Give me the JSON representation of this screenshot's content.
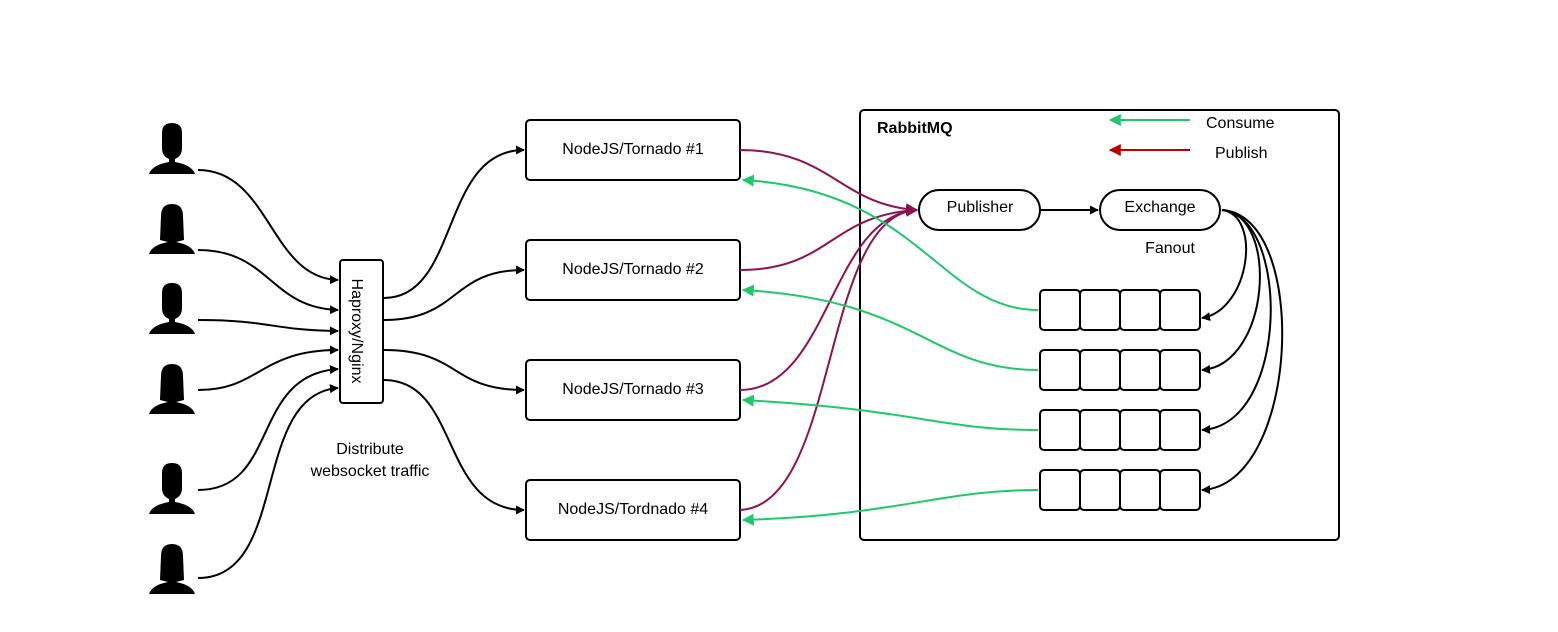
{
  "users": [
    {
      "kind": "male",
      "icon": "user-male-icon"
    },
    {
      "kind": "female",
      "icon": "user-female-icon"
    },
    {
      "kind": "male",
      "icon": "user-male-icon"
    },
    {
      "kind": "female",
      "icon": "user-female-icon"
    },
    {
      "kind": "male",
      "icon": "user-male-icon"
    },
    {
      "kind": "female",
      "icon": "user-female-icon"
    }
  ],
  "load_balancer": {
    "label": "Haproxy/Nginx",
    "caption_line1": "Distribute",
    "caption_line2": "websocket  traffic"
  },
  "servers": [
    {
      "label": "NodeJS/Tornado #1"
    },
    {
      "label": "NodeJS/Tornado #2"
    },
    {
      "label": "NodeJS/Tornado #3"
    },
    {
      "label": "NodeJS/Tordnado #4"
    }
  ],
  "rabbitmq": {
    "title": "RabbitMQ",
    "publisher": "Publisher",
    "exchange": "Exchange",
    "exchange_type": "Fanout",
    "queue_count": 4,
    "cells_per_queue": 4
  },
  "legend": {
    "consume": "Consume",
    "publish": "Publish"
  },
  "colors": {
    "consume": "#1fc86b",
    "publish": "#8c1250",
    "legend_publish": "#c00000",
    "line": "#000000"
  }
}
